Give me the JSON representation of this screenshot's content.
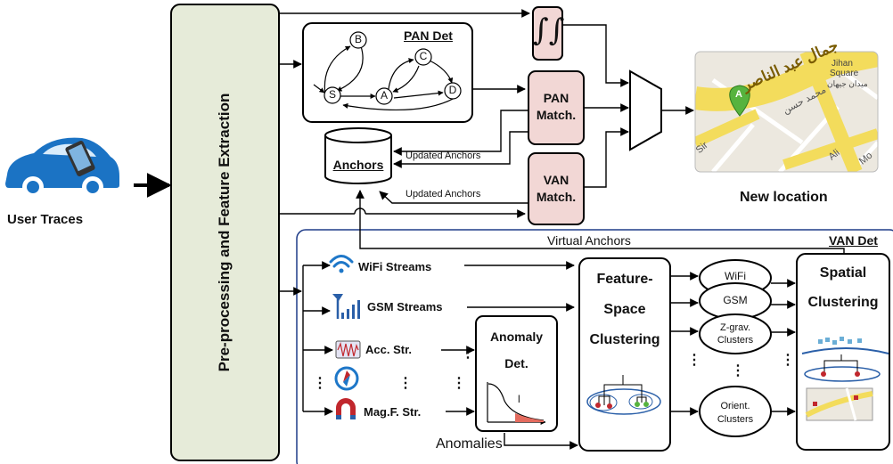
{
  "left": {
    "user_traces": "User Traces",
    "preprocessing": "Pre-processing and Feature Extraction"
  },
  "pan": {
    "title": "PAN Det",
    "nodes": {
      "b": "B",
      "c": "C",
      "s": "S",
      "a": "A",
      "d": "D"
    },
    "match_line1": "PAN",
    "match_line2": "Match."
  },
  "integral": {
    "symbol": "∫∫"
  },
  "van": {
    "match_line1": "VAN",
    "match_line2": "Match.",
    "det_title": "VAN Det",
    "virtual_anchors": "Virtual Anchors"
  },
  "anchors": {
    "label": "Anchors",
    "updated_1": "Updated Anchors",
    "updated_2": "Updated Anchors"
  },
  "map": {
    "marker": "A",
    "street_arabic": "جمال عبد الناصر",
    "square_en_1": "Jihan",
    "square_en_2": "Square",
    "square_ar": "ميدان جيهان",
    "street2_ar": "محمد حسن",
    "edge_text_1": "Sir",
    "edge_text_2": "Ali",
    "edge_text_3": "Mo"
  },
  "new_location": "New location",
  "streams": {
    "wifi": "WiFi Streams",
    "gsm": "GSM Streams",
    "acc": "Acc. Str.",
    "mag": "Mag.F. Str."
  },
  "anomaly": {
    "line1": "Anomaly",
    "line2": "Det.",
    "curve_label": "l",
    "output": "Anomalies"
  },
  "fsc": {
    "line1": "Feature-",
    "line2": "Space",
    "line3": "Clustering"
  },
  "clusters": {
    "wifi": "WiFi",
    "gsm": "GSM",
    "zgrav_1": "Z-grav.",
    "zgrav_2": "Clusters",
    "orient_1": "Orient.",
    "orient_2": "Clusters"
  },
  "spatial": {
    "line1": "Spatial",
    "line2": "Clustering"
  },
  "ellipsis": "⋮",
  "colors": {
    "preproc_fill": "#e6ebd9",
    "match_fill": "#f2d7d5",
    "map_road": "#f3dc5c",
    "map_bg": "#ece8df",
    "marker": "#56b33e",
    "wifi_blue": "#1e77c8",
    "gsm_blue": "#2a5fa8",
    "van_border": "#1f3c88",
    "car_blue": "#1b73c4"
  },
  "icons": [
    "car-icon",
    "phone-icon",
    "wifi-icon",
    "cell-tower-icon",
    "accelerometer-icon",
    "compass-icon",
    "magnet-icon",
    "integral-icon",
    "mux-icon",
    "database-icon",
    "map-marker-icon",
    "dendrogram-icon"
  ]
}
